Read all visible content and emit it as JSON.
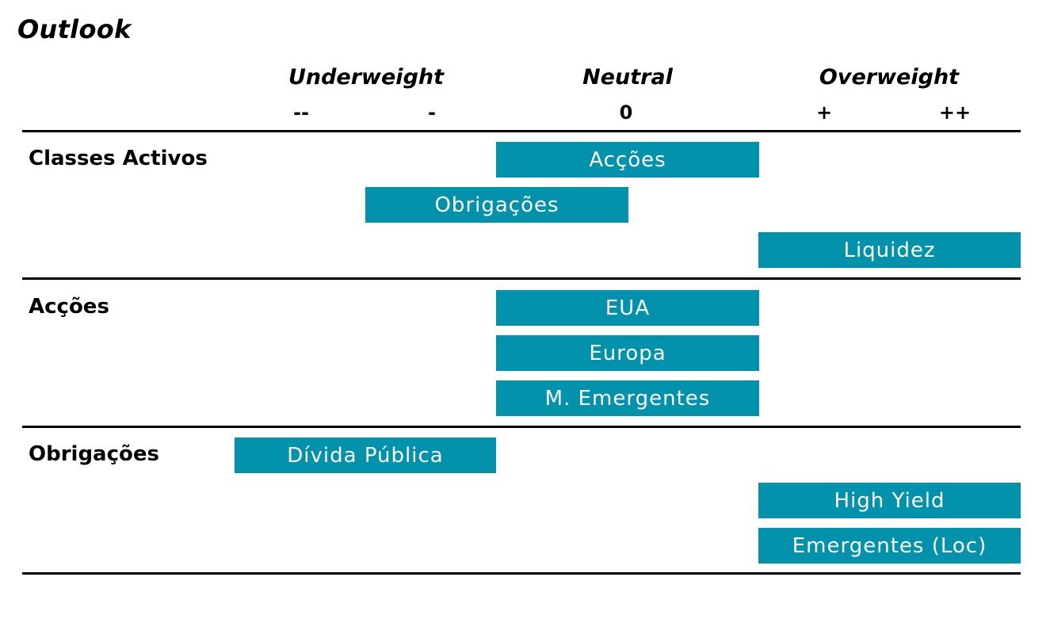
{
  "title": "Outlook",
  "header": {
    "groups": [
      "Underweight",
      "Neutral",
      "Overweight"
    ],
    "ticks": [
      "--",
      "-",
      "0",
      "+",
      "++"
    ]
  },
  "colors": {
    "bar": "#0292AC",
    "rule": "#000000"
  },
  "sections": [
    {
      "label": "Classes Activos",
      "items": [
        {
          "label": "Acções",
          "from": "0",
          "to": "+"
        },
        {
          "label": "Obrigações",
          "from": "-",
          "to": "0"
        },
        {
          "label": "Liquidez",
          "from": "+",
          "to": "++"
        }
      ]
    },
    {
      "label": "Acções",
      "items": [
        {
          "label": "EUA",
          "from": "0",
          "to": "+"
        },
        {
          "label": "Europa",
          "from": "0",
          "to": "+"
        },
        {
          "label": "M. Emergentes",
          "from": "0",
          "to": "+"
        }
      ]
    },
    {
      "label": "Obrigações",
      "items": [
        {
          "label": "Dívida Pública",
          "from": "--",
          "to": "-"
        },
        {
          "label": "High Yield",
          "from": "+",
          "to": "++"
        },
        {
          "label": "Emergentes (Loc)",
          "from": "+",
          "to": "++"
        }
      ]
    }
  ]
}
